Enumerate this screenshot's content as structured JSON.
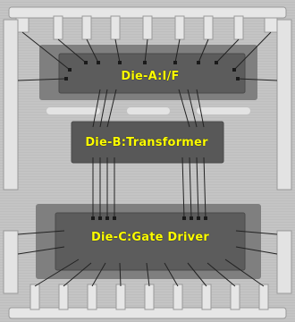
{
  "image": {
    "kind": "x-ray-photo",
    "dies": [
      {
        "id": "die-a",
        "label": "Die-A:I/F"
      },
      {
        "id": "die-b",
        "label": "Die-B:Transformer"
      },
      {
        "id": "die-c",
        "label": "Die-C:Gate Driver"
      }
    ]
  },
  "colors": {
    "background": "#c4c4c4",
    "leadframe": "#e6e6e6",
    "paddle": "#7f7f7f",
    "die": "#5c5c5c",
    "bondwire": "#222222",
    "label": "#ffff00"
  }
}
